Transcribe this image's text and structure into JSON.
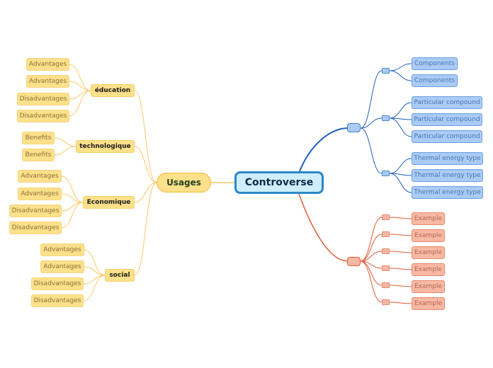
{
  "colors": {
    "central_fill": "#cfeefc",
    "central_border": "#2c86c9",
    "yellow_fill": "#fde08a",
    "yellow_line": "#fbc96a",
    "blue_fill": "#a9cbf5",
    "blue_line": "#1f5fbf",
    "red_fill": "#f7b8a4",
    "red_line": "#e05a37"
  },
  "central": {
    "label": "Controverse"
  },
  "usages": {
    "label": "Usages",
    "categories": [
      {
        "label": "éducation",
        "children": [
          "Advantages",
          "Advantages",
          "Disadvantages",
          "Disadvantages"
        ]
      },
      {
        "label": "technologique",
        "children": [
          "Benefits",
          "Benefits"
        ]
      },
      {
        "label": "Economique",
        "children": [
          "Advantages",
          "Advantages",
          "Disadvantages",
          "Disadvantages"
        ]
      },
      {
        "label": "social",
        "children": [
          "Advantages",
          "Advantages",
          "Disadvantages",
          "Disadvantages"
        ]
      }
    ]
  },
  "blue_branch": {
    "label": "",
    "groups": [
      {
        "label": "",
        "children": [
          "Components",
          "Components"
        ]
      },
      {
        "label": "",
        "children": [
          "Particular compound",
          "Particular compound",
          "Particular compound"
        ]
      },
      {
        "label": "",
        "children": [
          "Thermal energy type",
          "Thermal energy type",
          "Thermal energy type"
        ]
      }
    ]
  },
  "red_branch": {
    "label": "",
    "groups": [
      {
        "label": "",
        "children": [
          "Example"
        ]
      },
      {
        "label": "",
        "children": [
          "Example"
        ]
      },
      {
        "label": "",
        "children": [
          "Example"
        ]
      },
      {
        "label": "",
        "children": [
          "Example"
        ]
      },
      {
        "label": "",
        "children": [
          "Example"
        ]
      },
      {
        "label": "",
        "children": [
          "Example"
        ]
      }
    ]
  }
}
